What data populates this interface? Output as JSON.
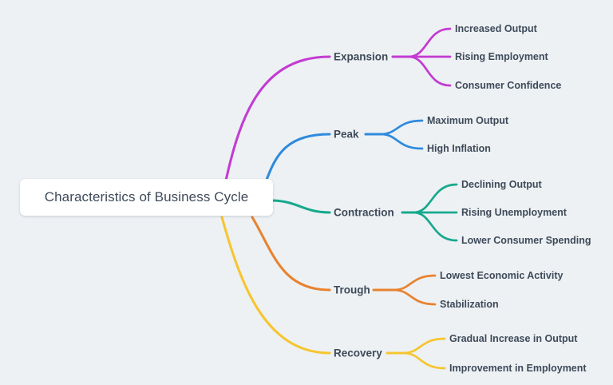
{
  "canvas": {
    "background": "#edf1f4",
    "text_color": "#3e4a59",
    "root_node_background": "#ffffff"
  },
  "root": {
    "label": "Characteristics of Business Cycle"
  },
  "branches": [
    {
      "label": "Expansion",
      "color": "#c33bd2",
      "children": [
        "Increased Output",
        "Rising Employment",
        "Consumer Confidence"
      ]
    },
    {
      "label": "Peak",
      "color": "#2f8add",
      "children": [
        "Maximum Output",
        "High Inflation"
      ]
    },
    {
      "label": "Contraction",
      "color": "#17a88d",
      "children": [
        "Declining Output",
        "Rising Unemployment",
        "Lower Consumer Spending"
      ]
    },
    {
      "label": "Trough",
      "color": "#e8822f",
      "children": [
        "Lowest Economic Activity",
        "Stabilization"
      ]
    },
    {
      "label": "Recovery",
      "color": "#f6c52f",
      "children": [
        "Gradual Increase in Output",
        "Improvement in Employment"
      ]
    }
  ]
}
